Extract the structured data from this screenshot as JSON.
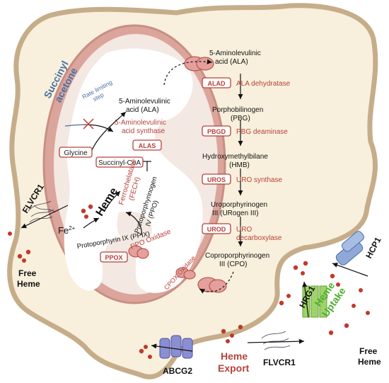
{
  "pathway": {
    "ala_mito": [
      "5-Aminolevulinic",
      "acid (ALA)"
    ],
    "ala_cyto": [
      "5-Aminolevulinic",
      "acid (ALA)"
    ],
    "pbg": [
      "Porphobilinogen",
      "(PBG)"
    ],
    "hmb": [
      "Hydroxymethylbilane",
      "(HMB)"
    ],
    "urogen": [
      "Uroporphyrinogen",
      "III (URogen III)"
    ],
    "cpo": [
      "Coproporphyrinogen",
      "III (CPO)"
    ],
    "ppo": [
      "Protoporphyrinogen",
      "IV (PPO)"
    ],
    "ppix": "Protoporphyrin IX (PPIX)",
    "heme": "Heme",
    "fe": "Fe",
    "fe_sup": "2+",
    "glycine": "Glycine",
    "succinyl_coa": "Succinyl-CoA"
  },
  "enzymes": {
    "alas_box": "ALAS",
    "alas_name": [
      "5-Aminolevulinic",
      "acid synthase"
    ],
    "alad_box": "ALAD",
    "alad_name": "ALA dehydratase",
    "pbgd_box": "PBGD",
    "pbgd_name": "PBG deaminase",
    "uros_box": "UROS",
    "uros_name": "URO synthase",
    "urod_box": "UROD",
    "urod_name": [
      "URO",
      "decarboxylase"
    ],
    "ppox_box": "PPOX",
    "ppox_name": "PPO Oxidase",
    "cpox_name": "CPOX Oxidase",
    "fech_name": [
      "Ferrochelatase",
      "(FECH)"
    ]
  },
  "inhibitor": {
    "name": [
      "Succinyl",
      "acetone"
    ],
    "rate_limiting": [
      "Rate limiting",
      "step"
    ]
  },
  "transport": {
    "flvcr1_left": "FLVCR1",
    "free_heme_left": [
      "Free",
      "Heme"
    ],
    "hcp1": "HCP1",
    "hrg1": "HRG1",
    "heme_uptake": [
      "Heme",
      "Uptake"
    ],
    "free_heme_right": [
      "Free",
      "Heme"
    ],
    "abcg2": "ABCG2",
    "heme_export": [
      "Heme",
      "Export"
    ],
    "flvcr1_bottom": "FLVCR1"
  },
  "colors": {
    "cell_fill": "#f8f0dc",
    "cell_stroke": "#c6ad8a",
    "mito_outer": "#dba59b",
    "mito_inner": "#f3e8e2",
    "matrix": "#ffffff",
    "enzyme_red": "#b7413a",
    "inhibitor_blue": "#4a6fa5",
    "uptake_green": "#4caf2a"
  }
}
